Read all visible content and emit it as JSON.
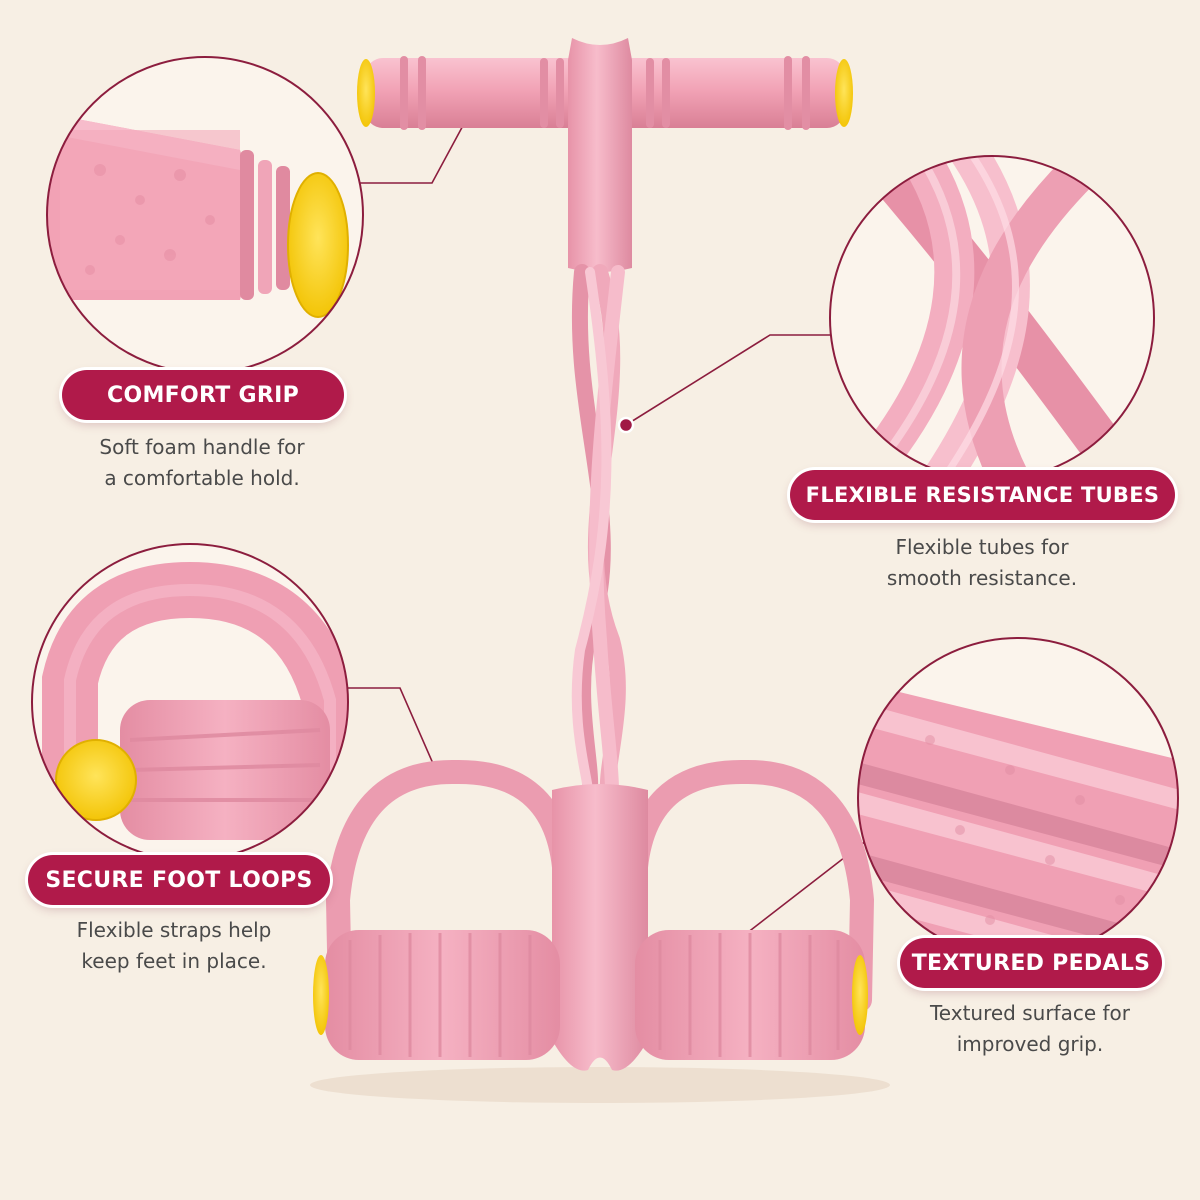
{
  "colors": {
    "background": "#f7efe4",
    "accent": "#b01a4a",
    "product_pink": "#f2a6b8",
    "end_cap_yellow": "#f7d21c"
  },
  "features": [
    {
      "title": "COMFORT GRIP",
      "description_lines": [
        "Soft foam handle for",
        "a comfortable hold."
      ],
      "illustration": "foam-handle-closeup"
    },
    {
      "title": "FLEXIBLE RESISTANCE TUBES",
      "description_lines": [
        "Flexible tubes for",
        "smooth resistance."
      ],
      "illustration": "twisted-tubes-closeup"
    },
    {
      "title": "SECURE FOOT LOOPS",
      "description_lines": [
        "Flexible straps help",
        "keep feet in place."
      ],
      "illustration": "foot-loop-closeup"
    },
    {
      "title": "TEXTURED PEDALS",
      "description_lines": [
        "Textured surface for",
        "improved grip."
      ],
      "illustration": "pedal-texture-closeup"
    }
  ]
}
